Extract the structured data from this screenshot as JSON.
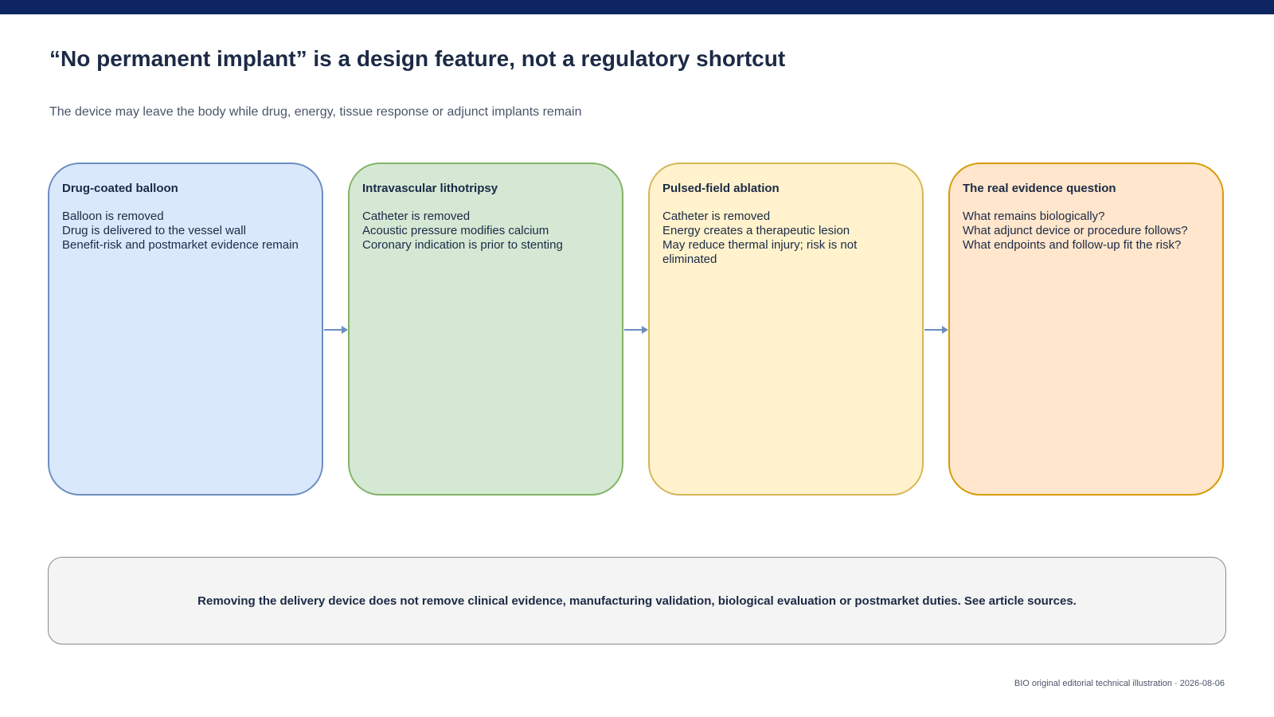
{
  "header": {
    "title": "“No permanent implant” is a design feature, not a regulatory shortcut",
    "subtitle": "The device may leave the body while drug, energy, tissue response or adjunct implants remain"
  },
  "cards": [
    {
      "title": "Drug-coated balloon",
      "lines": [
        "Balloon is removed",
        "Drug is delivered to the vessel wall",
        "Benefit-risk and postmarket evidence remain"
      ],
      "fill": "#dae8fc",
      "stroke": "#6c8ebf"
    },
    {
      "title": "Intravascular lithotripsy",
      "lines": [
        "Catheter is removed",
        "Acoustic pressure modifies calcium",
        "Coronary indication is prior to stenting"
      ],
      "fill": "#d5e8d4",
      "stroke": "#82b366"
    },
    {
      "title": "Pulsed-field ablation",
      "lines": [
        "Catheter is removed",
        "Energy creates a therapeutic lesion",
        "May reduce thermal injury; risk is not eliminated"
      ],
      "fill": "#fff2cc",
      "stroke": "#d6b656"
    },
    {
      "title": "The real evidence question",
      "lines": [
        "What remains biologically?",
        "What adjunct device or procedure follows?",
        "What endpoints and follow-up fit the risk?"
      ],
      "fill": "#ffe6cc",
      "stroke": "#d79b00"
    }
  ],
  "connectors": {
    "color": "#6c8ebf"
  },
  "note": {
    "text": "Removing the delivery device does not remove clinical evidence, manufacturing validation, biological evaluation or postmarket duties. See article sources."
  },
  "footer": {
    "text": "BIO original editorial technical illustration · 2026-08-06"
  },
  "colors": {
    "top_bar": "#0d2560",
    "title": "#1c2a45"
  }
}
